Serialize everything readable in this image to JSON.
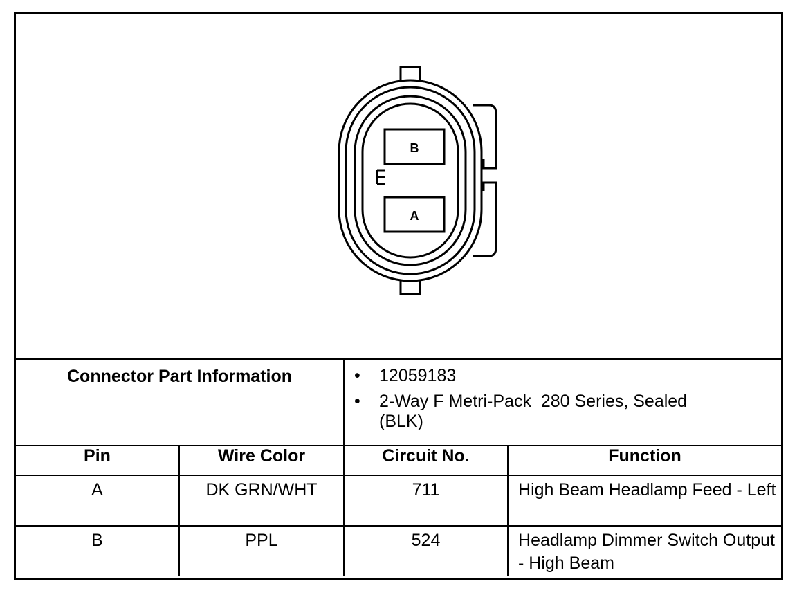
{
  "connector": {
    "pin_labels": [
      "B",
      "A"
    ]
  },
  "part_info": {
    "label": "Connector Part Information",
    "items": [
      "12059183",
      "2-Way F Metri-Pack  280 Series, Sealed (BLK)"
    ],
    "bullet": "•"
  },
  "table": {
    "headers": [
      "Pin",
      "Wire Color",
      "Circuit No.",
      "Function"
    ],
    "rows": [
      {
        "pin": "A",
        "wire_color": "DK GRN/WHT",
        "circuit": "711",
        "function": "High Beam Headlamp Feed - Left"
      },
      {
        "pin": "B",
        "wire_color": "PPL",
        "circuit": "524",
        "function": "Headlamp Dimmer Switch Output - High Beam"
      }
    ]
  }
}
